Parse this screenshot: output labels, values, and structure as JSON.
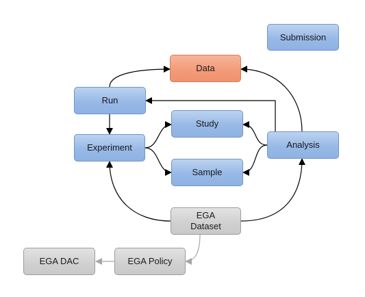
{
  "nodes": {
    "submission": {
      "label": "Submission"
    },
    "data": {
      "label": "Data"
    },
    "run": {
      "label": "Run"
    },
    "study": {
      "label": "Study"
    },
    "experiment": {
      "label": "Experiment"
    },
    "analysis": {
      "label": "Analysis"
    },
    "sample": {
      "label": "Sample"
    },
    "ega_dataset": {
      "label": "EGA\nDataset"
    },
    "ega_policy": {
      "label": "EGA Policy"
    },
    "ega_dac": {
      "label": "EGA DAC"
    }
  },
  "colors": {
    "entity_fill": "#98b9e6",
    "entity_border": "#6f93c7",
    "data_fill": "#f29a78",
    "ega_fill": "#d0d0d0",
    "black_arrow": "#000000",
    "gray_arrow": "#a6a6a6"
  }
}
